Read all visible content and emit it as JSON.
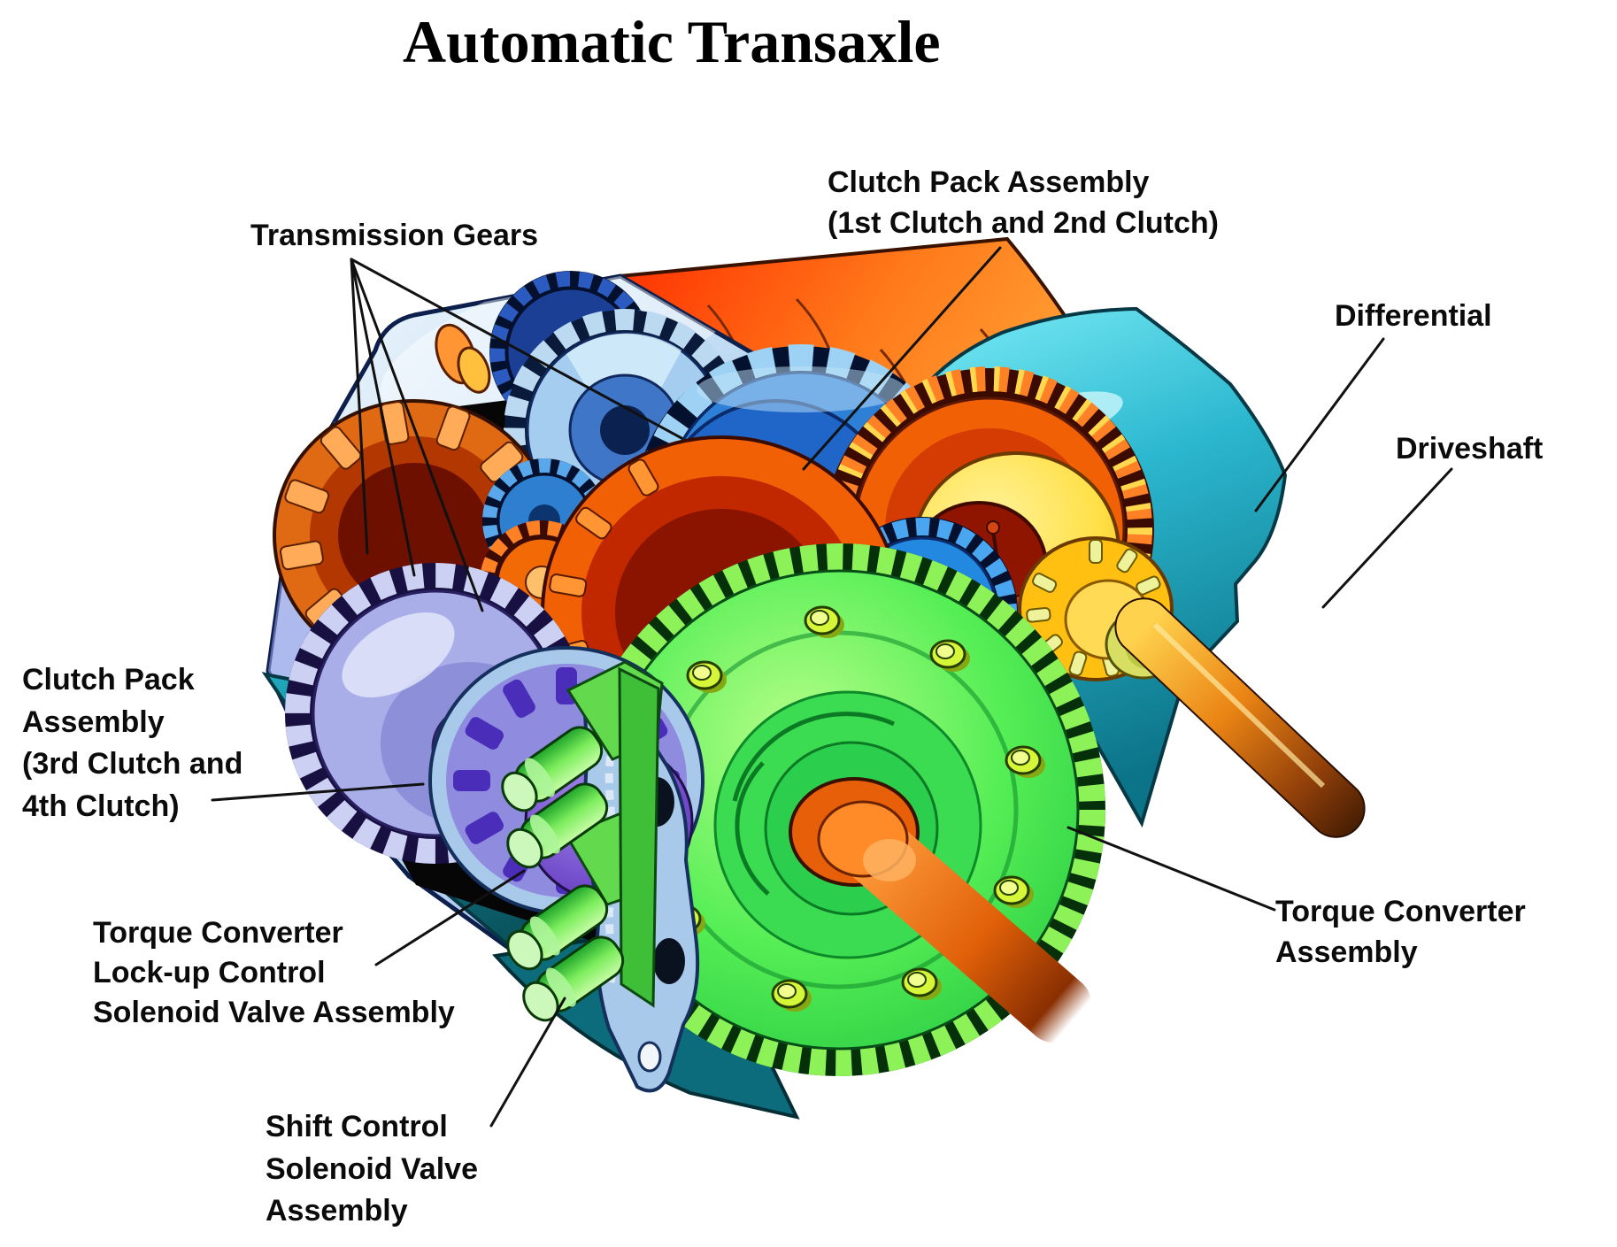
{
  "title": "Automatic Transaxle",
  "labels": {
    "transmission_gears": "Transmission Gears",
    "clutch_pack_1_2": "Clutch Pack Assembly\n(1st Clutch and 2nd Clutch)",
    "differential": "Differential",
    "driveshaft": "Driveshaft",
    "clutch_pack_3_4": "Clutch Pack\nAssembly\n(3rd Clutch and\n4th Clutch)",
    "torque_converter_lockup": "Torque Converter\nLock-up Control\nSolenoid Valve Assembly",
    "shift_control": "Shift Control\nSolenoid Valve\nAssembly",
    "torque_converter_assembly": "Torque Converter\nAssembly"
  },
  "components": [
    "transmission-case",
    "engine-block-ribs",
    "bell-housing",
    "transmission-gears",
    "clutch-pack-1st-2nd",
    "clutch-pack-3rd-4th",
    "differential-ring-gear",
    "driveshaft",
    "torque-converter",
    "lockup-solenoid-valves",
    "shift-solenoid-valves",
    "mounting-plate"
  ],
  "palette": {
    "background": "#ffffff",
    "label_text": "#0b0b0b",
    "leader_line": "#111111",
    "case_blue": "#bcd9f2",
    "case_lavender": "#959ce6",
    "housing_teal": "#2bb7cf",
    "block_orange": "#ff7a1a",
    "gear_blue": "#2e7fd6",
    "gear_light_blue": "#a5cdf0",
    "clutch_purple": "#8f8ce0",
    "diff_orange": "#f26005",
    "carrier_yellow": "#ffc012",
    "converter_green": "#55ee55",
    "solenoid_green": "#7bed5c",
    "shaft_brown": "#92400a",
    "outline_navy": "#0d1f4d"
  }
}
